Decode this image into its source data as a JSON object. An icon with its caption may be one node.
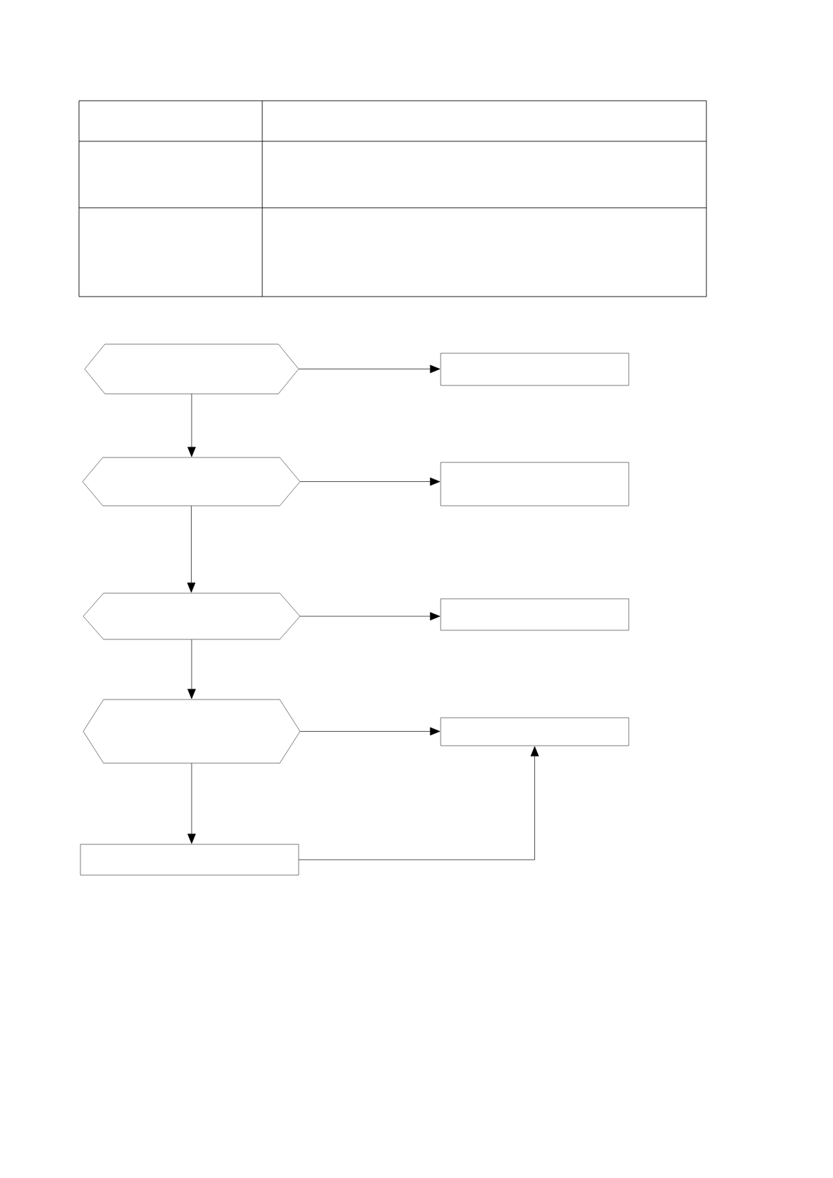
{
  "diagram": {
    "nodes": [
      {
        "text": [],
        "shape": "hexagon"
      },
      {
        "text": [],
        "shape": "box"
      },
      {
        "text": [],
        "shape": "hexagon"
      },
      {
        "text": [],
        "shape": "box"
      },
      {
        "text": [],
        "shape": "hexagon"
      },
      {
        "text": [],
        "shape": "box"
      },
      {
        "text": [],
        "shape": "hexagon"
      },
      {
        "text": [],
        "shape": "box"
      },
      {
        "text": [],
        "shape": "box"
      }
    ],
    "edges": [
      {
        "from": 0,
        "to": 1,
        "arrow": "to"
      },
      {
        "from": 0,
        "to": 2,
        "arrow": "to"
      },
      {
        "from": 2,
        "to": 3,
        "arrow": "to"
      },
      {
        "from": 2,
        "to": 4,
        "arrow": "to"
      },
      {
        "from": 4,
        "to": 5,
        "arrow": "to"
      },
      {
        "from": 4,
        "to": 6,
        "arrow": "to"
      },
      {
        "from": 6,
        "to": 7,
        "arrow": "to"
      },
      {
        "from": 6,
        "to": 8,
        "arrow": "to"
      },
      {
        "from": 8,
        "to": 7,
        "arrow": "to"
      }
    ]
  }
}
